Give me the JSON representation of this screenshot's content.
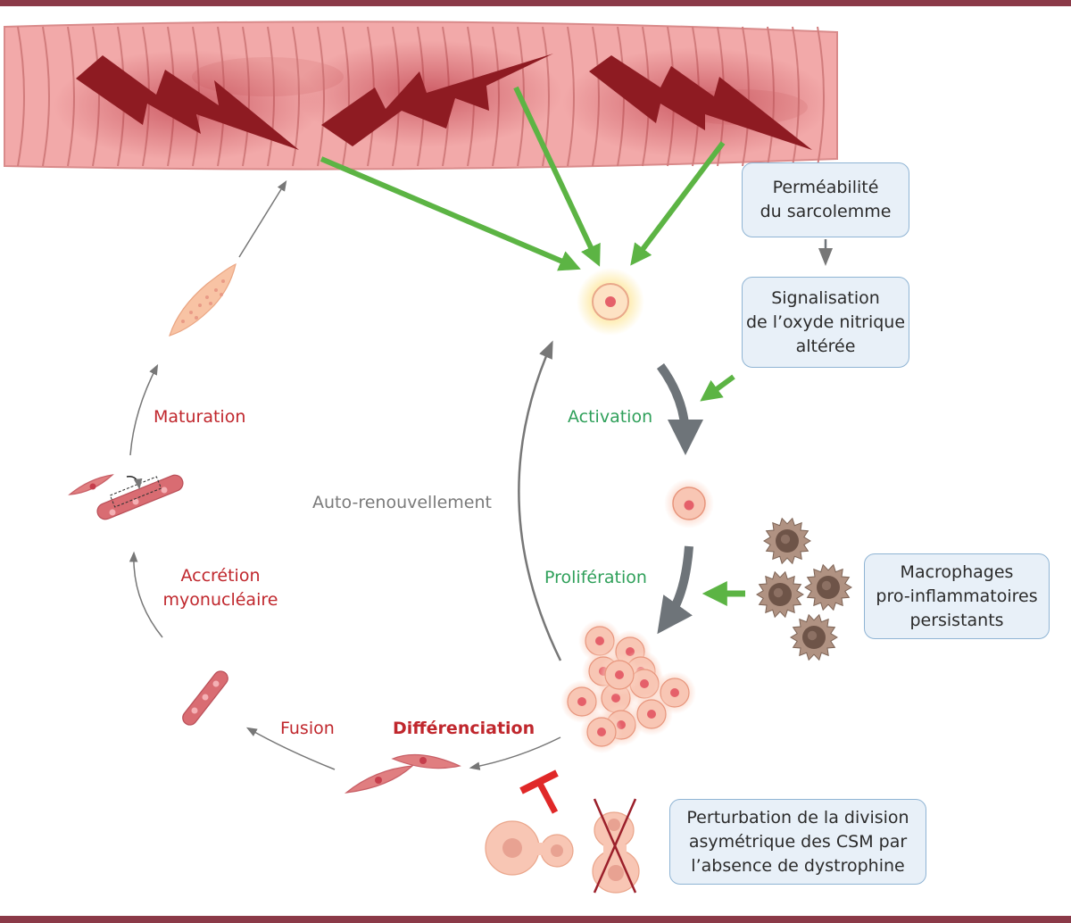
{
  "boxes": {
    "sarcolemma": [
      "Perméabilité",
      "du sarcolemme"
    ],
    "nitric_oxide": [
      "Signalisation",
      "de l’oxyde nitrique",
      "altérée"
    ],
    "macrophages": [
      "Macrophages",
      "pro-inflammatoires",
      "persistants"
    ],
    "division": [
      "Perturbation de la division",
      "asymétrique des CSM par",
      "l’absence de dystrophine"
    ]
  },
  "labels": {
    "activation": "Activation",
    "proliferation": "Prolifération",
    "self_renewal": "Auto-renouvellement",
    "differentiation": "Différenciation",
    "fusion": "Fusion",
    "accretion": [
      "Accrétion",
      "myonucléaire"
    ],
    "maturation": "Maturation"
  },
  "colors": {
    "frame": "#8b3a48",
    "fiber": "#f2a9a9",
    "fiber_stripe": "#d98585",
    "damage": "#8e1b22",
    "green_arrow": "#5cb444",
    "grey_arrow": "#6e7479",
    "inhibition": "#e02828",
    "label_red": "#c0272d",
    "label_green": "#2fa05a",
    "label_grey": "#7a7a7a",
    "box_fill": "#e8f0f8",
    "box_border": "#8fb4d4",
    "cell": "#f8c6b4",
    "nucleus": "#e5606a",
    "macrophage": "#a88878"
  }
}
